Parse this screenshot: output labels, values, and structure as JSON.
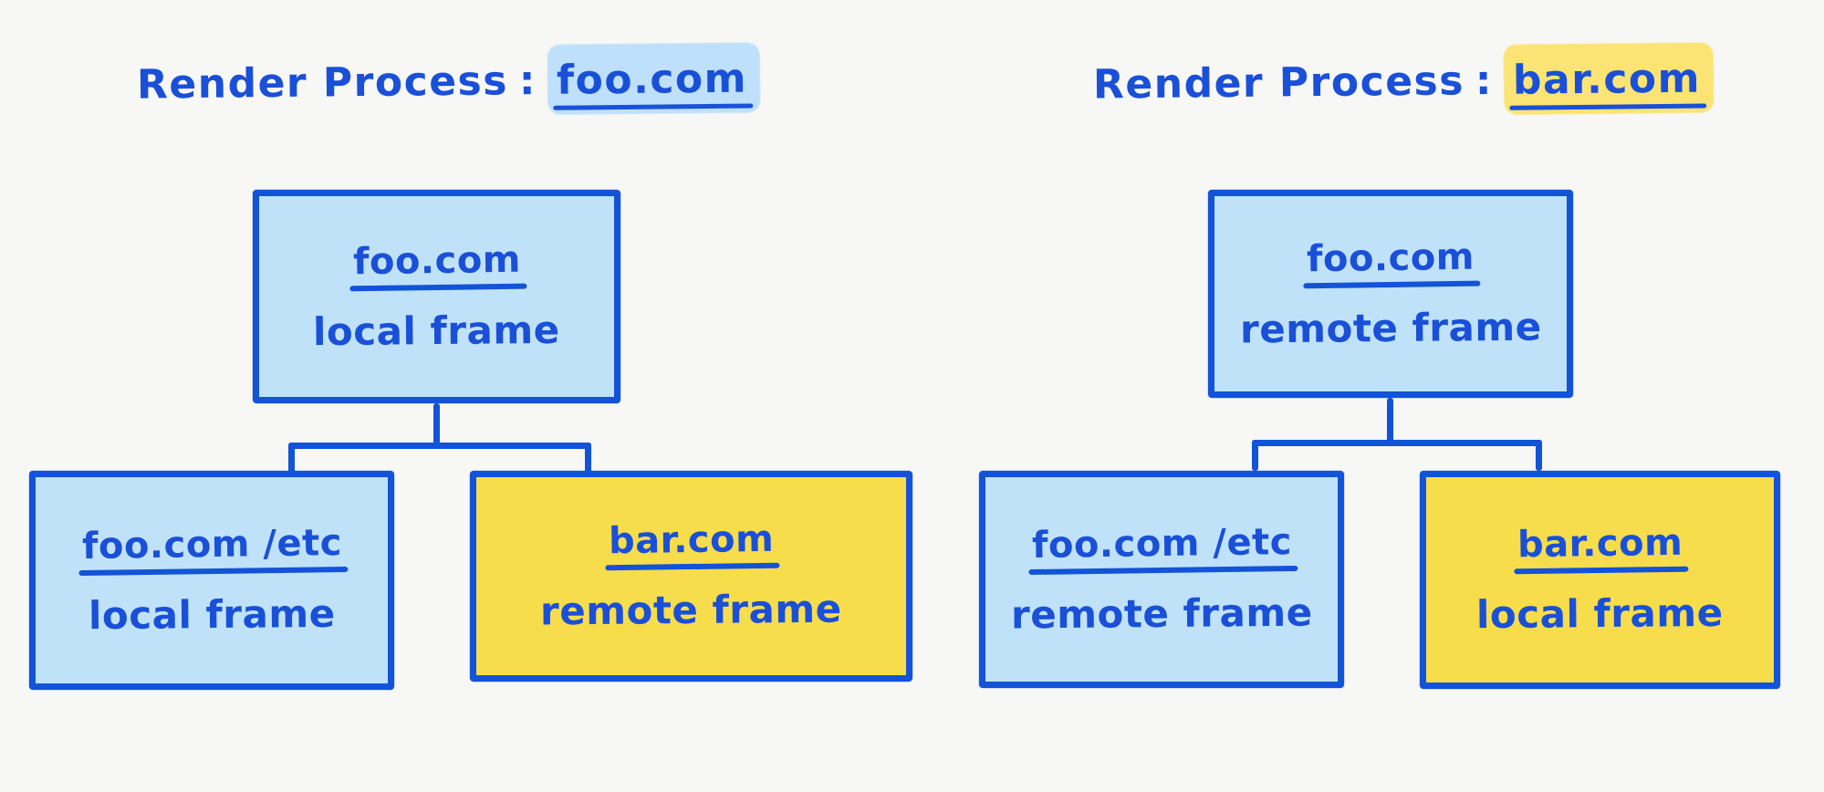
{
  "colors": {
    "background": "#f7f7f5",
    "ink": "#1a50d8",
    "border": "#1353d8",
    "fill_blue": "#bfe2f8",
    "fill_yellow": "#f7dd4b",
    "highlight_blue": "#bfe0fa",
    "highlight_yellow": "#fbe473"
  },
  "groups": [
    {
      "id": "left",
      "title": {
        "label": "Render Process",
        "separator": ":",
        "process_name": "foo.com",
        "highlight": "blue"
      },
      "nodes": {
        "parent": {
          "url": "foo.com",
          "kind": "local frame",
          "fill": "blue"
        },
        "child_left": {
          "url": "foo.com /etc",
          "kind": "local frame",
          "fill": "blue"
        },
        "child_right": {
          "url": "bar.com",
          "kind": "remote frame",
          "fill": "yellow"
        }
      }
    },
    {
      "id": "right",
      "title": {
        "label": "Render Process",
        "separator": ":",
        "process_name": "bar.com",
        "highlight": "yellow"
      },
      "nodes": {
        "parent": {
          "url": "foo.com",
          "kind": "remote frame",
          "fill": "blue"
        },
        "child_left": {
          "url": "foo.com /etc",
          "kind": "remote frame",
          "fill": "blue"
        },
        "child_right": {
          "url": "bar.com",
          "kind": "local frame",
          "fill": "yellow"
        }
      }
    }
  ]
}
